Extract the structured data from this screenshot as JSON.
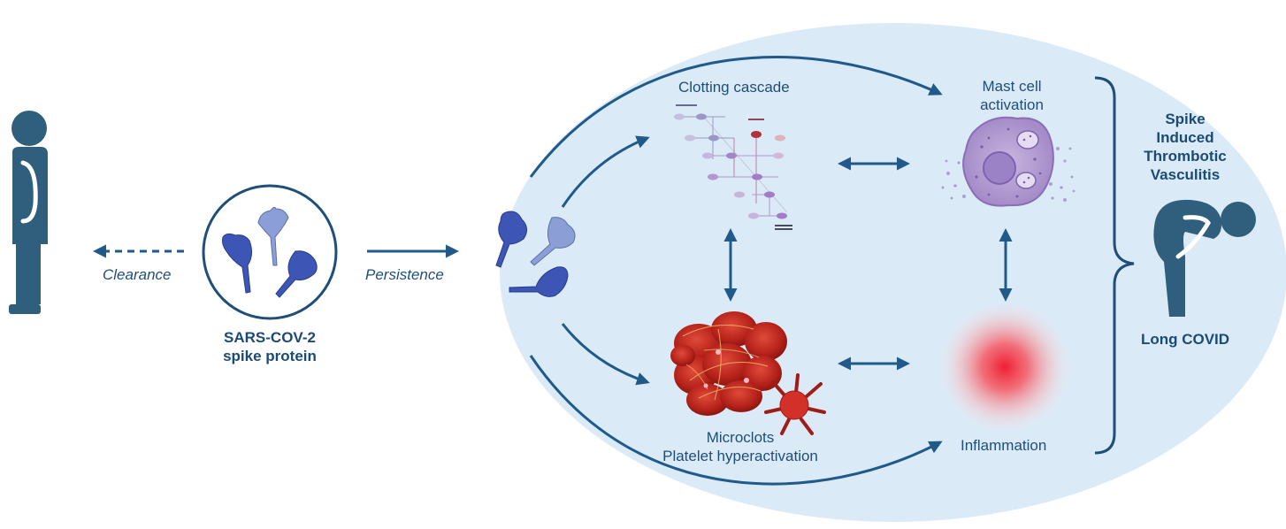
{
  "labels": {
    "clearance": "Clearance",
    "persistence": "Persistence",
    "spike_protein_line1": "SARS-COV-2",
    "spike_protein_line2": "spike protein",
    "clotting_cascade": "Clotting cascade",
    "mast_cell_line1": "Mast cell",
    "mast_cell_line2": "activation",
    "microclots_line1": "Microclots",
    "microclots_line2": "Platelet hyperactivation",
    "inflammation": "Inflammation",
    "outcome_line1": "Spike",
    "outcome_line2": "Induced",
    "outcome_line3": "Thrombotic",
    "outcome_line4": "Vasculitis",
    "long_covid": "Long COVID"
  },
  "colors": {
    "arrow": "#1f5a8a",
    "figure": "#2f5f7c",
    "ellipse_fill": "#dbeaf7",
    "label_text": "#1f4e79",
    "spike_dark": "#3d55b4",
    "spike_light": "#8b9fd6",
    "clot_red": "#c8281e",
    "mast_cell": "#b9a4d4",
    "inflammation_red": "#f0283c"
  },
  "icons": [
    "standing-person-icon",
    "spike-protein-icon",
    "clotting-cascade-icon",
    "mast-cell-icon",
    "microclot-icon",
    "platelet-icon",
    "inflammation-icon",
    "bent-person-icon",
    "curly-brace-icon"
  ]
}
